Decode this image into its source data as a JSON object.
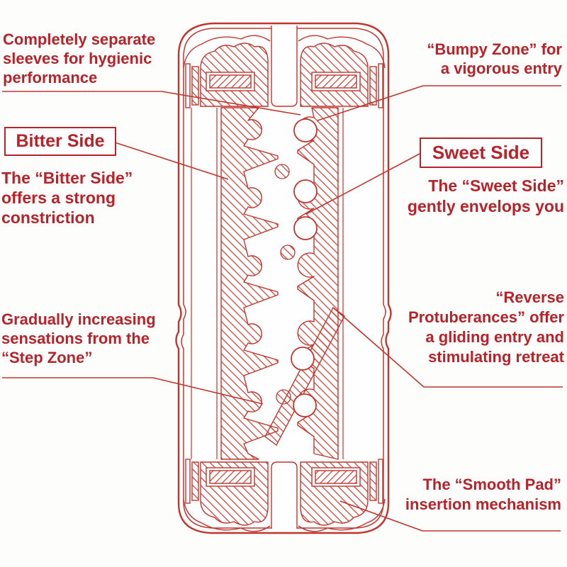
{
  "colors": {
    "text_red": "#b5232b",
    "line_red": "#c0362e",
    "background": "#fdfdfc",
    "box_fill": "#fffefe"
  },
  "annotations": {
    "separate_sleeves": {
      "text": "Completely separate\nsleeves for hygienic\nperformance"
    },
    "bumpy_zone": {
      "text": "“Bumpy Zone” for\na vigorous entry"
    },
    "bitter_side_box": {
      "label": "Bitter Side"
    },
    "bitter_side_desc": {
      "text": "The “Bitter Side”\noffers a strong\nconstriction"
    },
    "sweet_side_box": {
      "label": "Sweet Side"
    },
    "sweet_side_desc": {
      "text": "The “Sweet Side”\ngently envelops you"
    },
    "step_zone": {
      "text": "Gradually increasing\nsensations from the\n“Step Zone”"
    },
    "reverse_protuberances": {
      "text": "“Reverse\nProtuberances” offer\na gliding entry and\nstimulating retreat"
    },
    "smooth_pad": {
      "text": "The “Smooth Pad”\ninsertion mechanism"
    }
  }
}
